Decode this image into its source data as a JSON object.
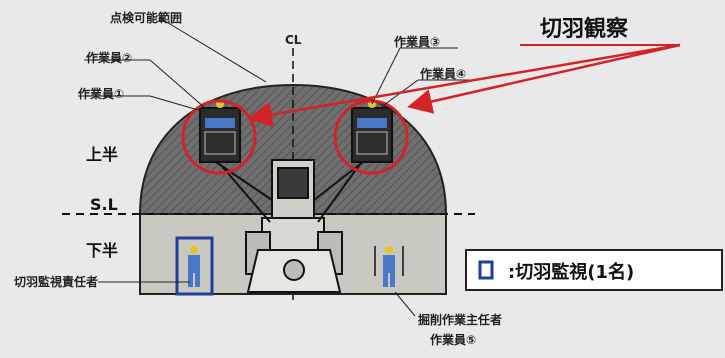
{
  "labels": {
    "inspection_range": "点検可能範囲",
    "centerline": "CL",
    "worker1": "作業員①",
    "worker2": "作業員②",
    "worker3": "作業員③",
    "worker4": "作業員④",
    "worker5": "作業員⑤",
    "upper_half": "上半",
    "lower_half": "下半",
    "springline": "S.L",
    "face_observation": "切羽観察",
    "face_monitor_chief": "切羽監視責任者",
    "excavation_chief": "掘削作業主任者",
    "legend_text": ":切羽監視(1名)"
  },
  "colors": {
    "highlight_red": "#d32228",
    "monitor_blue": "#1f3f9a",
    "upper_fill": "#6f6f6f",
    "lower_fill": "#c9c9c2",
    "background": "#e9e9e9"
  }
}
